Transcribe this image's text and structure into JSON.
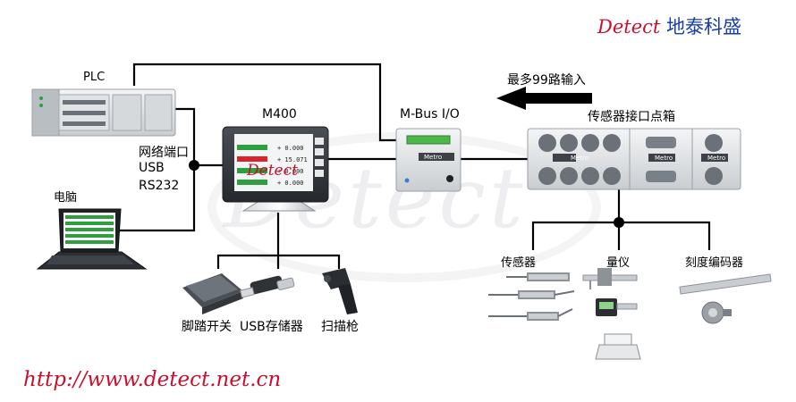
{
  "brand": {
    "en": "Detect",
    "cn": "地泰科盛"
  },
  "watermark": "Detect",
  "url": "http://www.detect.net.cn",
  "nodes": {
    "plc": "PLC",
    "pc": "电脑",
    "ports": [
      "网络端口",
      "USB",
      "RS232"
    ],
    "m400": "M400",
    "mbus": "M-Bus I/O",
    "sensor_box": "传感器接口点箱",
    "max_inputs": "最多99路输入",
    "foot_switch": "脚踏开关",
    "usb_storage": "USB存储器",
    "scanner": "扫描枪",
    "sensor": "传感器",
    "gauge": "量仪",
    "encoder": "刻度编码器"
  },
  "device_text": {
    "metro": "Metro",
    "screen_brand": "Detect",
    "screen_values": [
      "+ 0.000",
      "+ 15.071",
      "+ 0.000",
      "+ 0.000"
    ]
  },
  "colors": {
    "brand_red": "#c8102e",
    "brand_blue": "#1a3da8",
    "ok_green": "#2e9e3e",
    "alarm_red": "#d9232e"
  }
}
